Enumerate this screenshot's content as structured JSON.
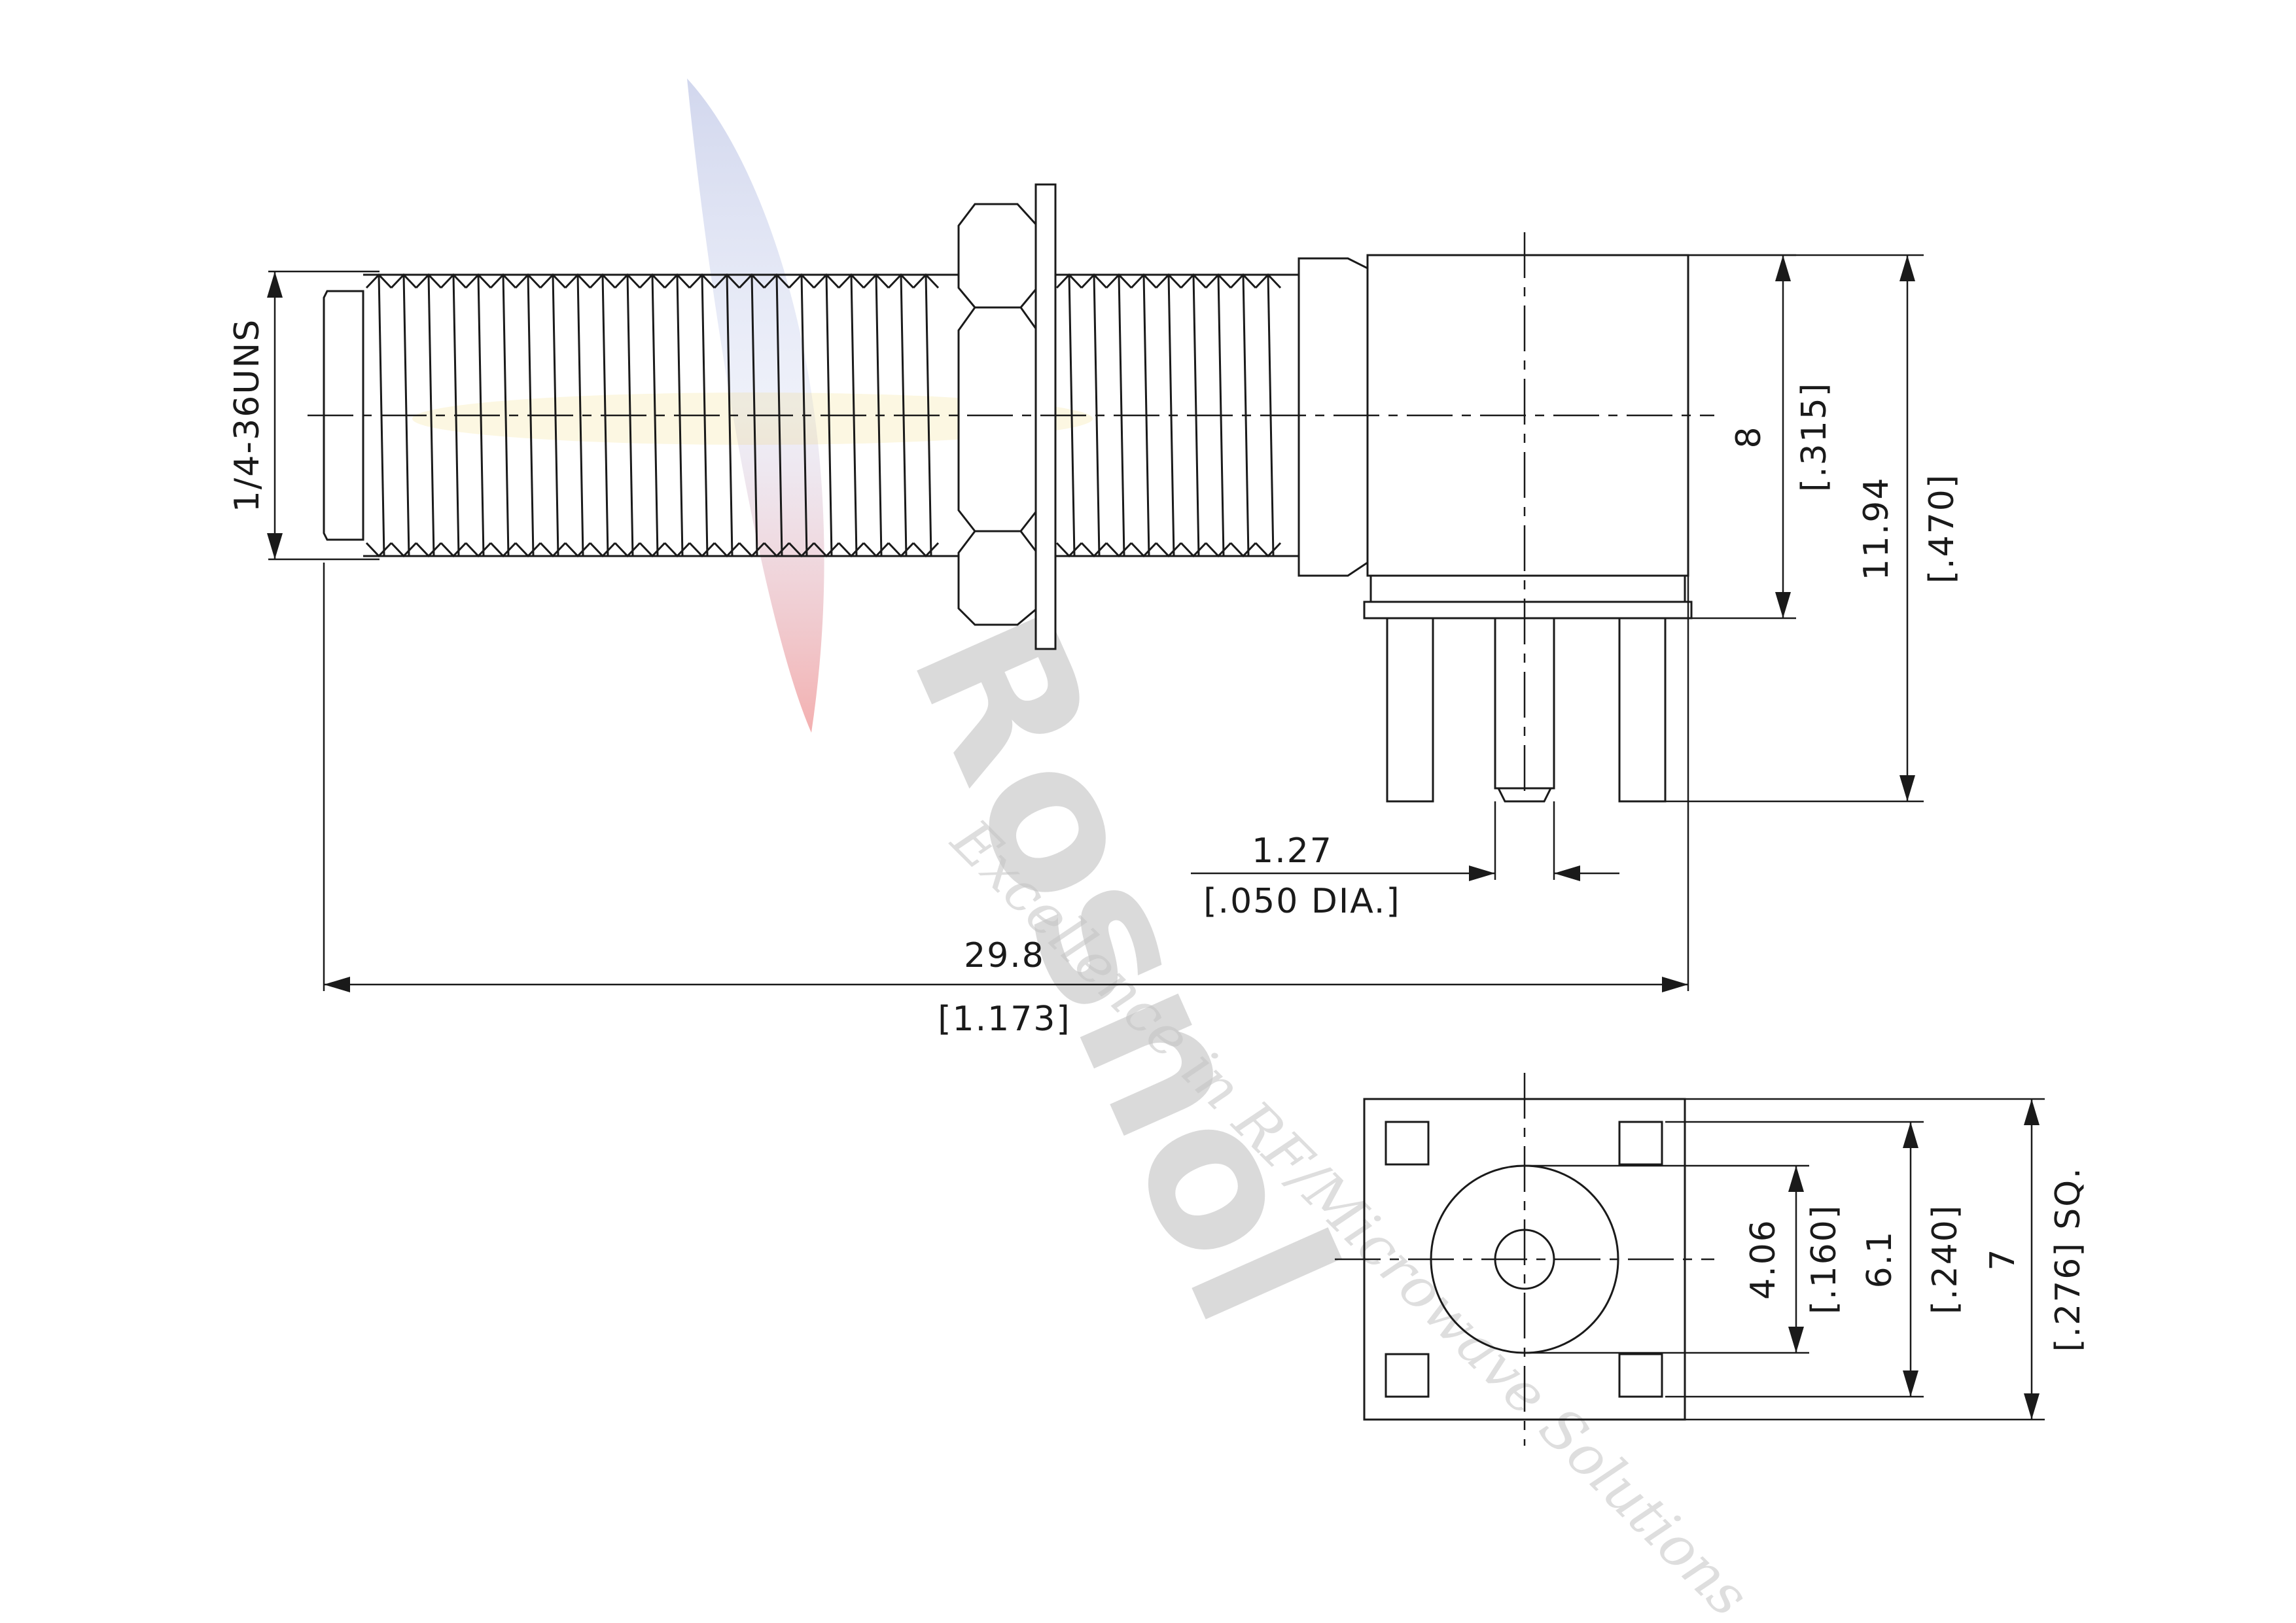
{
  "watermark": {
    "logo_text": "Rosnol",
    "tagline": "Excellence in RF/Microwave Solutions",
    "colors": {
      "blue": "#9aa6d8",
      "red": "#e86060",
      "yellow": "#f0d060",
      "gray": "#bdbdbd"
    }
  },
  "dimensions": {
    "thread_spec": "1/4-36UNS",
    "body_height_mm": "8",
    "body_height_in": "[.315]",
    "overall_height_mm": "11.94",
    "overall_height_in": "[.470]",
    "pin_dia_mm": "1.27",
    "pin_dia_in": "[.050 DIA.]",
    "overall_length_mm": "29.8",
    "overall_length_in": "[1.173]",
    "circle_dia_mm": "4.06",
    "circle_dia_in": "[.160]",
    "pin_spacing_mm": "6.1",
    "pin_spacing_in": "[.240]",
    "square_mm": "7",
    "square_in": "[.276] SQ."
  }
}
